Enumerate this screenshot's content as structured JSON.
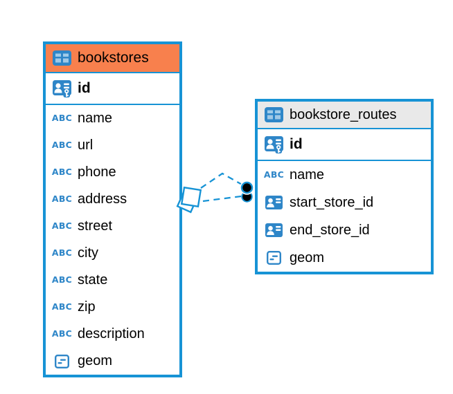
{
  "icons": {
    "text_type_label": "ABC"
  },
  "colors": {
    "table_border": "#1793D5",
    "selected_header": "#F8804D",
    "plain_header": "#E9E9E9",
    "icon_blue": "#2E86C8",
    "relation_line": "#1793D5",
    "text": "#000000",
    "background": "#FFFFFF"
  },
  "tables": [
    {
      "name": "bookstores",
      "highlighted": true,
      "primary_key": {
        "name": "id",
        "type": "person-key"
      },
      "columns": [
        {
          "name": "name",
          "type": "text"
        },
        {
          "name": "url",
          "type": "text"
        },
        {
          "name": "phone",
          "type": "text"
        },
        {
          "name": "address",
          "type": "text"
        },
        {
          "name": "street",
          "type": "text"
        },
        {
          "name": "city",
          "type": "text"
        },
        {
          "name": "state",
          "type": "text"
        },
        {
          "name": "zip",
          "type": "text"
        },
        {
          "name": "description",
          "type": "text"
        },
        {
          "name": "geom",
          "type": "geometry"
        }
      ]
    },
    {
      "name": "bookstore_routes",
      "highlighted": false,
      "primary_key": {
        "name": "id",
        "type": "person-key"
      },
      "columns": [
        {
          "name": "name",
          "type": "text"
        },
        {
          "name": "start_store_id",
          "type": "reference"
        },
        {
          "name": "end_store_id",
          "type": "reference"
        },
        {
          "name": "geom",
          "type": "geometry"
        }
      ]
    }
  ],
  "relations": [
    {
      "from_table": "bookstore_routes",
      "from_column": "start_store_id",
      "to_table": "bookstores",
      "to_column": "id",
      "line_style": "dashed"
    },
    {
      "from_table": "bookstore_routes",
      "from_column": "end_store_id",
      "to_table": "bookstores",
      "to_column": "id",
      "line_style": "dashed"
    }
  ]
}
